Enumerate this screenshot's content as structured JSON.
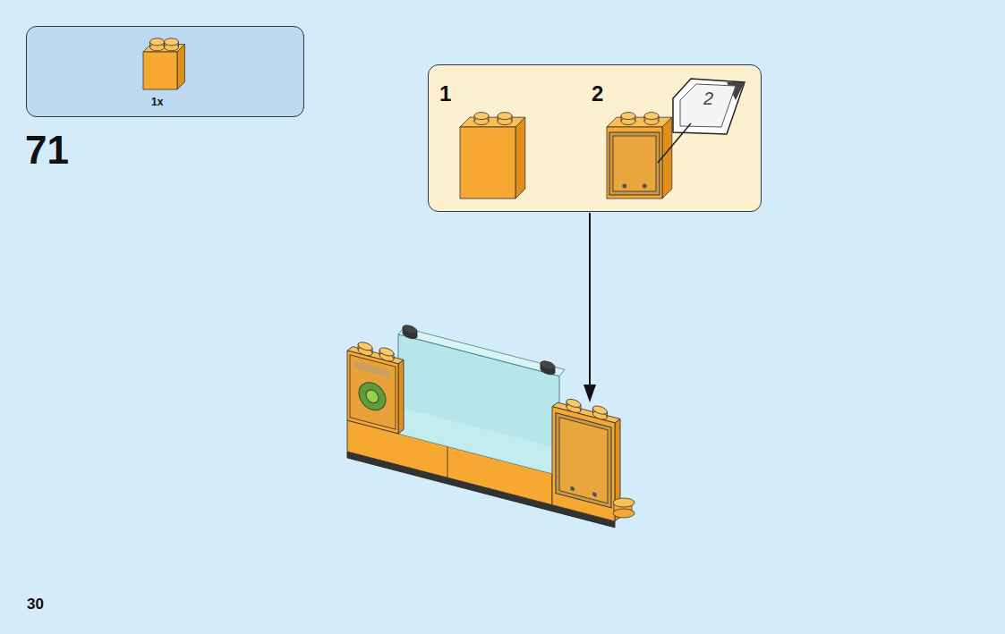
{
  "diagram": {
    "nodes": [
      {
        "text": [
          "1x"
        ]
      },
      {
        "text": [
          "1",
          "2"
        ]
      }
    ],
    "labels": [
      "71",
      "2",
      "30"
    ]
  }
}
